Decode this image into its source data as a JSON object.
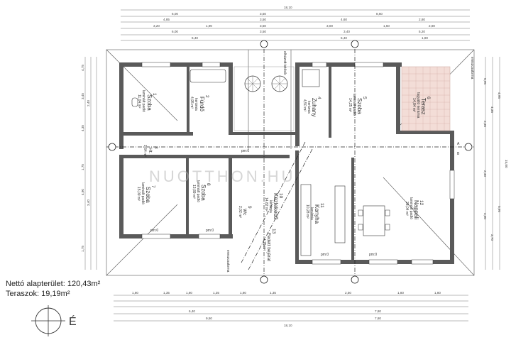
{
  "summary": {
    "net_area_label": "Nettó alapterület:",
    "net_area_value": "120,43m²",
    "terrace_label": "Teraszok:",
    "terrace_value": "19,19m²"
  },
  "watermark": "NUOTTHON.HU",
  "top_dims": {
    "overall": "18,10",
    "row1": [
      "6,00",
      "3,50",
      "8,60"
    ],
    "row2": [
      "40",
      "4,85",
      "40",
      "3,50",
      "40",
      "4,60",
      "40",
      "2,80",
      "40"
    ],
    "row3": [
      "40",
      "3,20",
      "10",
      "1,90",
      "40",
      "3,50",
      "40",
      "3,00",
      "10",
      "1,50",
      "40",
      "2,80",
      "40"
    ],
    "row4": [
      "6,00",
      "3,50",
      "3,40",
      "5,20"
    ],
    "row5": [
      "40",
      "6,40",
      "50",
      "5,40",
      "1,80",
      "40"
    ]
  },
  "bottom_dims": {
    "row1": [
      "1,80",
      "1,35",
      "1,80",
      "1,35",
      "1,80",
      "1,35",
      "2,50",
      "1,80",
      "1,80"
    ],
    "row2": [
      "1,50",
      "60",
      "1,50",
      "60",
      "1,50",
      "60",
      "1,50",
      "60",
      "1,50",
      "60",
      "1,50"
    ],
    "row3": [
      "40",
      "6,40",
      "50",
      "10",
      "7,80",
      "40"
    ],
    "row4": [
      "40",
      "9,50",
      "40",
      "7,80",
      "40"
    ],
    "overall": "18,10"
  },
  "left_dims": [
    "4,75",
    "3,45",
    "2,40",
    "4,35",
    "1,75",
    "4,90",
    "1,75",
    "3,40"
  ],
  "right_dims": [
    "5,95",
    "4,35",
    "4,95",
    "2,35",
    "15,80",
    "2,40",
    "4,00",
    "3,70",
    "5,95"
  ],
  "rooms": [
    {
      "num": "1",
      "name": "Szoba",
      "floor": "laminált padló",
      "area": "11,04 m²"
    },
    {
      "num": "2",
      "name": "Fürdő",
      "floor": "kerámia",
      "area": "4,95 m²"
    },
    {
      "num": "3",
      "name": "Ht.",
      "floor": "",
      "area": "1,64 m²"
    },
    {
      "num": "4",
      "name": "Zuhany",
      "floor": "kerámia",
      "area": "4,50 m²"
    },
    {
      "num": "5",
      "name": "Szoba",
      "floor": "laminált padló",
      "area": "14,25 m²"
    },
    {
      "num": "6",
      "name": "Terasz",
      "floor": "fagyálló kerámia",
      "area": "14,84 m²"
    },
    {
      "num": "7",
      "name": "Szoba",
      "floor": "laminált padló",
      "area": "15,09 m²"
    },
    {
      "num": "8",
      "name": "Szoba",
      "floor": "laminált padló",
      "area": "13,89 m²"
    },
    {
      "num": "9",
      "name": "Wc",
      "floor": "",
      "area": "2,02 m²"
    },
    {
      "num": "10",
      "name": "Közlekedő",
      "floor": "kerámia",
      "area": "14,82 m²"
    },
    {
      "num": "11",
      "name": "Konyha",
      "floor": "kerámia",
      "area": "10,28 m²"
    },
    {
      "num": "12",
      "name": "Nappali",
      "floor": "laminált padló",
      "area": "28,04 m²"
    },
    {
      "num": "13",
      "name": "Fedett bejárat",
      "floor": "",
      "area": "4,35 m²"
    }
  ],
  "misc": {
    "ridge_note": "elhúzott tetősík",
    "gutter_note": "ereszcsatorna",
    "axis_a": "A",
    "axis_b": "B",
    "level": "pm:0",
    "north": "É"
  }
}
